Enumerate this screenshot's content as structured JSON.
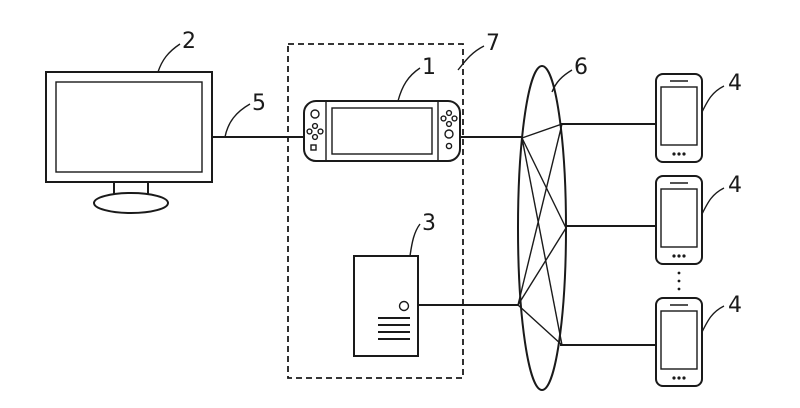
{
  "labels": {
    "display": "2",
    "game_console": "1",
    "server": "3",
    "terminal_top": "4",
    "terminal_middle": "4",
    "terminal_bottom": "4",
    "cable": "5",
    "network": "6",
    "system_boundary": "7"
  },
  "colors": {
    "line": "#1a1a1a",
    "background": "#ffffff"
  }
}
